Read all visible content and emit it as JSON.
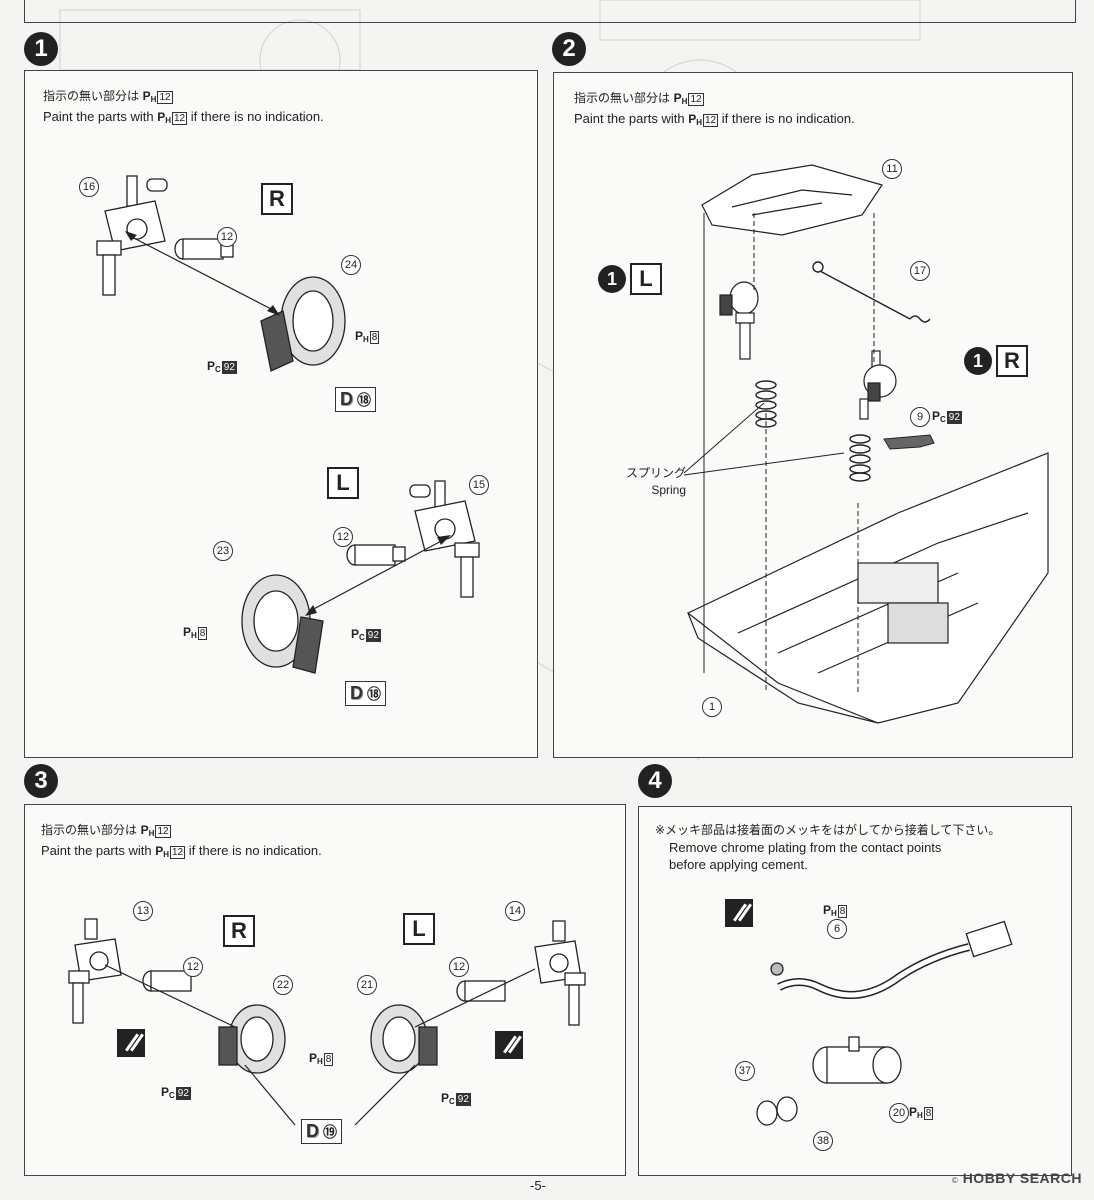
{
  "page_number": "-5-",
  "watermark": {
    "brand": "HOBBY SEARCH",
    "mark": "©"
  },
  "paint": {
    "ph": "P",
    "ph_sub": "H",
    "pc": "P",
    "pc_sub": "C"
  },
  "steps": [
    {
      "number": "1",
      "note_jp": "指示の無い部分は",
      "note_en_pre": "Paint the parts with",
      "note_en_post": "if there is no indication.",
      "note_color": "12",
      "side_r": "R",
      "side_l": "L",
      "callouts": [
        "16",
        "12",
        "24",
        "15",
        "12",
        "23"
      ],
      "paint_labels": [
        "8",
        "92",
        "8",
        "92"
      ],
      "decal": {
        "letter": "D",
        "num": "⑱"
      }
    },
    {
      "number": "2",
      "note_jp": "指示の無い部分は",
      "note_en_pre": "Paint the parts with",
      "note_en_post": "if there is no indication.",
      "note_color": "12",
      "callouts": [
        "11",
        "17",
        "9",
        "1"
      ],
      "refs": [
        {
          "step": "1",
          "side": "L"
        },
        {
          "step": "1",
          "side": "R"
        }
      ],
      "spring_jp": "スプリング",
      "spring_en": "Spring",
      "paint_labels": [
        "92"
      ]
    },
    {
      "number": "3",
      "note_jp": "指示の無い部分は",
      "note_en_pre": "Paint the parts with",
      "note_en_post": "if there is no indication.",
      "note_color": "12",
      "side_r": "R",
      "side_l": "L",
      "callouts": [
        "13",
        "12",
        "22",
        "21",
        "12",
        "14"
      ],
      "paint_labels": [
        "8",
        "92",
        "92"
      ],
      "decal": {
        "letter": "D",
        "num": "⑲"
      }
    },
    {
      "number": "4",
      "note_jp": "※メッキ部品は接着面のメッキをはがしてから接着して下さい。",
      "note_en1": "Remove chrome plating from the contact points",
      "note_en2": "before applying cement.",
      "callouts": [
        "6",
        "37",
        "20",
        "38"
      ],
      "paint_labels": [
        "8",
        "8"
      ]
    }
  ]
}
